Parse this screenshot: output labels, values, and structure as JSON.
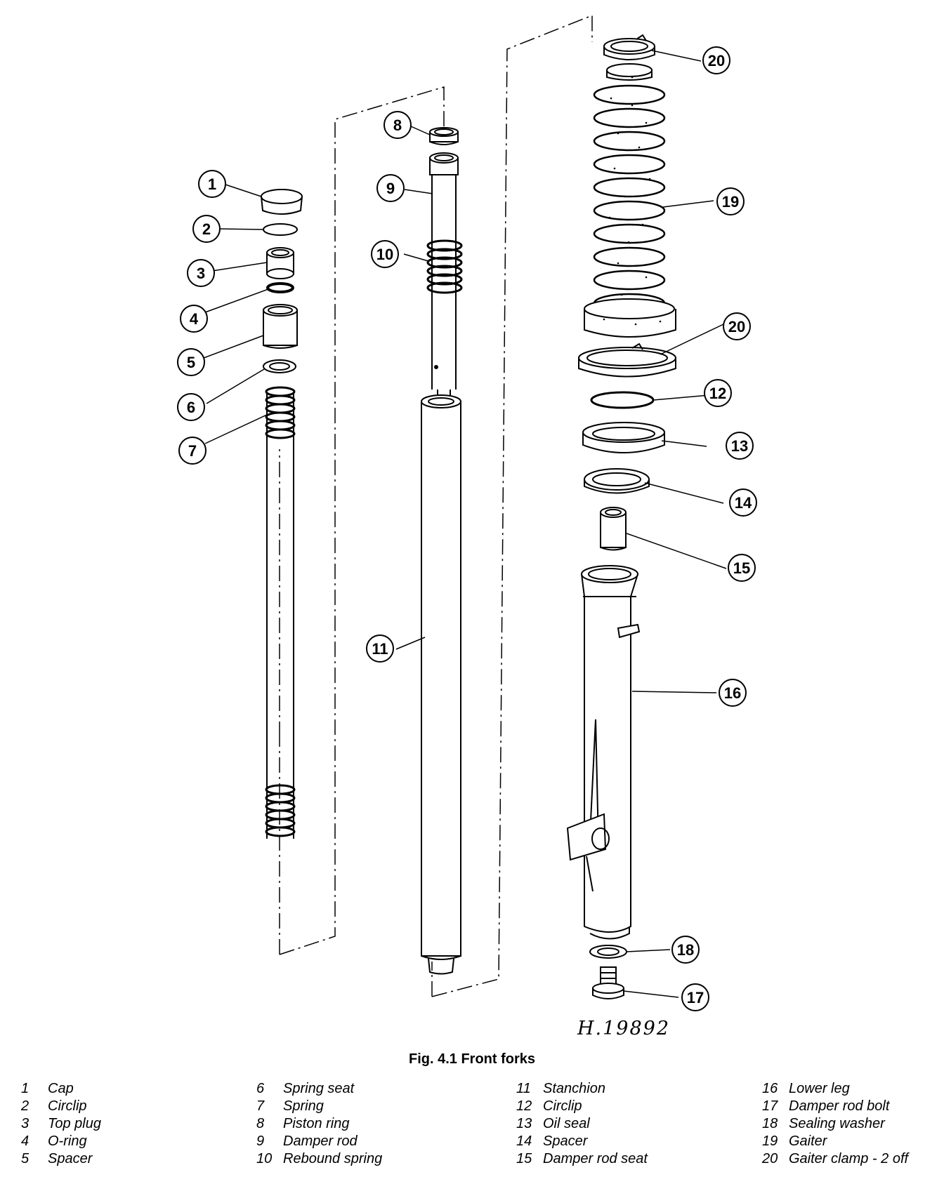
{
  "figure": {
    "reference": "H.19892",
    "caption": "Fig. 4.1 Front forks"
  },
  "callouts": [
    "1",
    "2",
    "3",
    "4",
    "5",
    "6",
    "7",
    "8",
    "9",
    "10",
    "11",
    "12",
    "13",
    "14",
    "15",
    "16",
    "17",
    "18",
    "19",
    "20"
  ],
  "legend": {
    "columns": [
      [
        {
          "num": "1",
          "label": "Cap"
        },
        {
          "num": "2",
          "label": "Circlip"
        },
        {
          "num": "3",
          "label": "Top plug"
        },
        {
          "num": "4",
          "label": "O-ring"
        },
        {
          "num": "5",
          "label": "Spacer"
        }
      ],
      [
        {
          "num": "6",
          "label": "Spring seat"
        },
        {
          "num": "7",
          "label": "Spring"
        },
        {
          "num": "8",
          "label": "Piston ring"
        },
        {
          "num": "9",
          "label": "Damper rod"
        },
        {
          "num": "10",
          "label": "Rebound spring"
        }
      ],
      [
        {
          "num": "11",
          "label": "Stanchion"
        },
        {
          "num": "12",
          "label": "Circlip"
        },
        {
          "num": "13",
          "label": "Oil seal"
        },
        {
          "num": "14",
          "label": "Spacer"
        },
        {
          "num": "15",
          "label": "Damper rod seat"
        }
      ],
      [
        {
          "num": "16",
          "label": "Lower leg"
        },
        {
          "num": "17",
          "label": "Damper rod bolt"
        },
        {
          "num": "18",
          "label": "Sealing washer"
        },
        {
          "num": "19",
          "label": "Gaiter"
        },
        {
          "num": "20",
          "label": "Gaiter clamp - 2 off"
        }
      ]
    ]
  }
}
